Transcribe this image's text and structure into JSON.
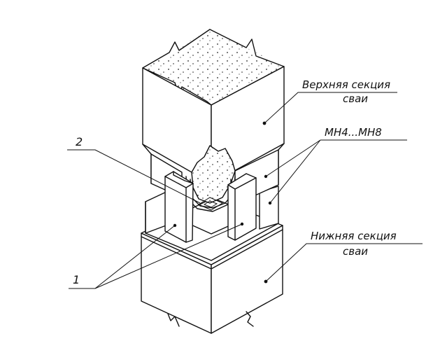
{
  "labels": {
    "upper_section_line1": "Верхняя секция",
    "upper_section_line2": "сваи",
    "plates": "МН4...МН8",
    "lower_section_line1": "Нижняя секция",
    "lower_section_line2": "сваи",
    "callout_1": "1",
    "callout_2": "2"
  },
  "colors": {
    "ink": "#111111",
    "paper": "#ffffff"
  }
}
